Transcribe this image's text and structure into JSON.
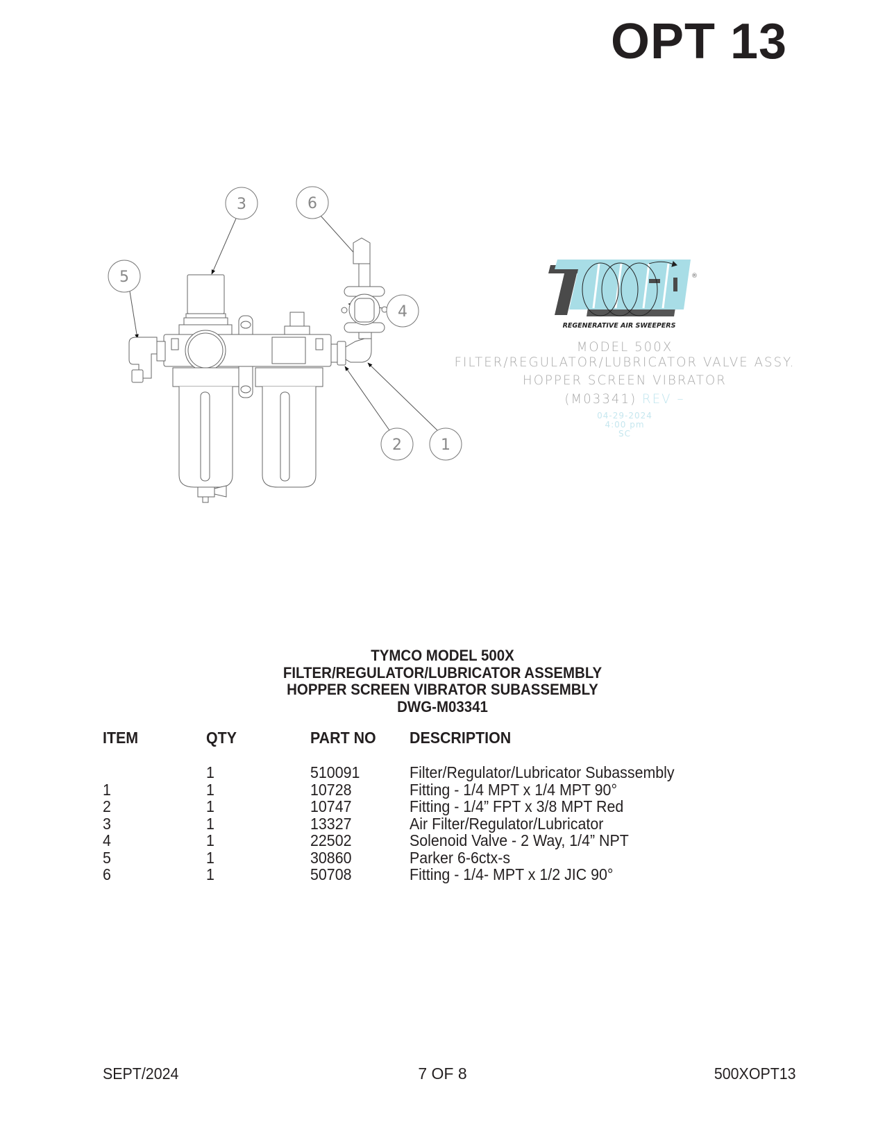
{
  "page": {
    "title": "OPT 13"
  },
  "diagram": {
    "balloons": [
      {
        "label": "3",
        "item": 3
      },
      {
        "label": "6",
        "item": 6
      },
      {
        "label": "5",
        "item": 5
      },
      {
        "label": "4",
        "item": 4
      },
      {
        "label": "2",
        "item": 2
      },
      {
        "label": "1",
        "item": 1
      }
    ]
  },
  "logo": {
    "brand": "TYMCO",
    "registered_mark": "®",
    "tagline": "REGENERATIVE AIR SWEEPERS",
    "colors": {
      "fill": "#a8dde6",
      "shadow": "#4a4a4a"
    }
  },
  "title_block": {
    "line1": "MODEL 500X",
    "line2": "FILTER/REGULATOR/LUBRICATOR VALVE ASSY.",
    "line3": "HOPPER SCREEN VIBRATOR",
    "drawing_no": "(M03341)",
    "rev": "REV –",
    "date": "04-29-2024",
    "time": "4:00 pm",
    "initials": "SC"
  },
  "heading": {
    "line1": "TYMCO MODEL 500X",
    "line2": "FILTER/REGULATOR/LUBRICATOR ASSEMBLY",
    "line3": "HOPPER SCREEN VIBRATOR SUBASSEMBLY",
    "line4": "DWG-M03341"
  },
  "parts_table": {
    "columns": [
      "ITEM",
      "QTY",
      "PART NO",
      "DESCRIPTION"
    ],
    "rows": [
      {
        "item": "",
        "qty": "1",
        "part_no": "510091",
        "description": "Filter/Regulator/Lubricator Subassembly"
      },
      {
        "item": "1",
        "qty": "1",
        "part_no": "10728",
        "description": "Fitting - 1/4 MPT x 1/4 MPT 90°"
      },
      {
        "item": "2",
        "qty": "1",
        "part_no": "10747",
        "description": "Fitting - 1/4” FPT x 3/8 MPT Red"
      },
      {
        "item": "3",
        "qty": "1",
        "part_no": "13327",
        "description": "Air Filter/Regulator/Lubricator"
      },
      {
        "item": "4",
        "qty": "1",
        "part_no": "22502",
        "description": "Solenoid Valve - 2 Way, 1/4” NPT"
      },
      {
        "item": "5",
        "qty": "1",
        "part_no": "30860",
        "description": "Parker 6-6ctx-s"
      },
      {
        "item": "6",
        "qty": "1",
        "part_no": "50708",
        "description": "Fitting - 1/4- MPT x 1/2 JIC 90°"
      }
    ]
  },
  "footer": {
    "date": "SEPT/2024",
    "page": "7 OF 8",
    "doc_id": "500XOPT13"
  }
}
